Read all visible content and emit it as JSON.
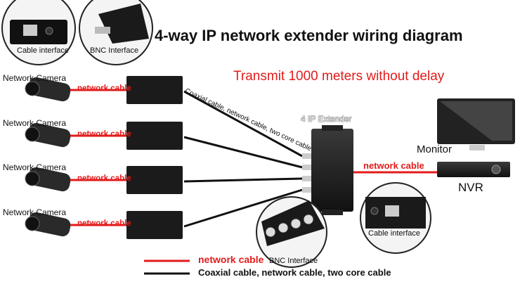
{
  "title": "4-way IP network extender wiring diagram",
  "subtitle": "Transmit 1000 meters without delay",
  "insets": {
    "cable_interface_top": "Cable interface",
    "bnc_interface_top": "BNC Interface",
    "bnc_interface_bottom": "BNC Interface",
    "cable_interface_bottom": "Cable interface"
  },
  "cameras": [
    {
      "label": "Network Camera",
      "cable": "network cable"
    },
    {
      "label": "Network Camera",
      "cable": "network cable"
    },
    {
      "label": "Network Camera",
      "cable": "network cable"
    },
    {
      "label": "Network Camera",
      "cable": "network cable"
    }
  ],
  "coax_label": "Coaxial cable, network cable, two core cable",
  "extender_label": "4 IP Extender",
  "extender_network_cable": "network cable",
  "monitor_label": "Monitor",
  "nvr_label": "NVR",
  "legend": {
    "red": "network cable",
    "black": "Coaxial cable, network cable, two core cable"
  },
  "colors": {
    "network_cable": "#e31b1b",
    "coax_cable": "#111111"
  }
}
